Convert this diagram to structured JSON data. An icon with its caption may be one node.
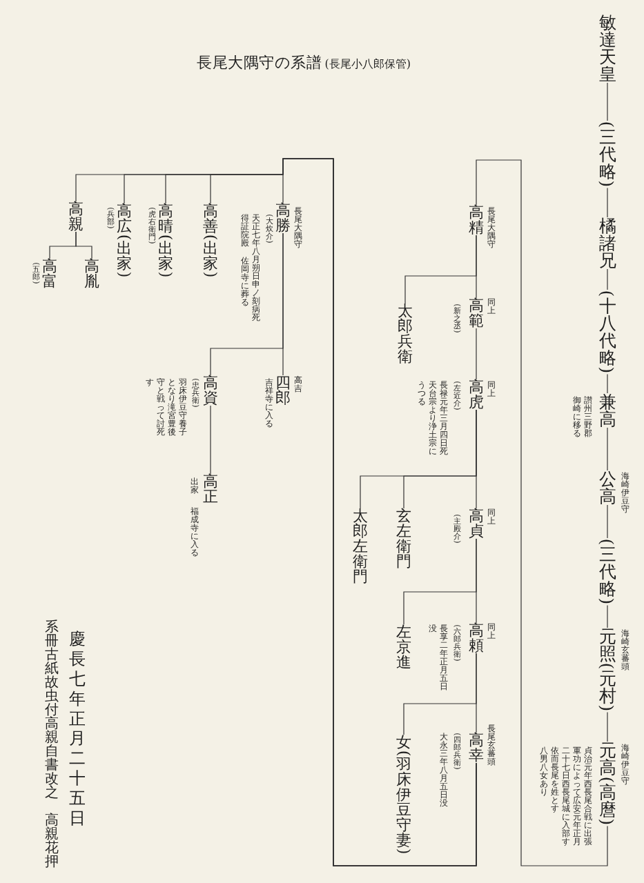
{
  "diagram": {
    "title": "長尾大隅守の系譜",
    "nodes": [
      {
        "text": [
          "敏達天皇"
        ]
      },
      {
        "text": [
          "(三代略)"
        ]
      },
      {
        "text": [
          "橘諸兄"
        ]
      },
      {
        "text": [
          "(十八代略)"
        ]
      },
      {
        "text": [
          "兼高"
        ],
        "beside": [
          "讃州三野郡",
          "御崎に移る"
        ]
      },
      {
        "text": [
          "公高"
        ],
        "beside": [
          "海崎伊豆守"
        ]
      },
      {
        "text": [
          "(三代略)"
        ]
      },
      {
        "text": [
          "元照(元村)"
        ],
        "beside": [
          "海崎玄蕃頭"
        ]
      },
      {
        "text": [
          "元高(高麿)"
        ],
        "beside": [
          "海崎伊豆守",
          "貞治元年西長尾合戦に出張",
          "軍功によって広安元年正月",
          "二十七日西長尾城に入部す",
          "依而長尾を姓とす",
          "八男八女あり"
        ]
      },
      {
        "text": [
          "高精"
        ],
        "beside": [
          "長尾大隅守"
        ]
      },
      {
        "text": [
          "高範"
        ],
        "beside": [
          "同上",
          "(新之丞)"
        ]
      },
      {
        "text": [
          "太郎兵衛"
        ]
      },
      {
        "text": [
          "高虎"
        ],
        "beside": [
          "同上",
          "(左近介)",
          "長禄元年三月四日死",
          "天台宗より浄土宗に",
          "うつる"
        ]
      },
      {
        "text": [
          "高貞"
        ],
        "beside": [
          "同上",
          "(主殿介)"
        ]
      },
      {
        "text": [
          "玄左衛門"
        ]
      },
      {
        "text": [
          "太郎左衛門"
        ]
      },
      {
        "text": [
          "高頼"
        ],
        "beside": [
          "同上",
          "(六郎兵衛)",
          "長享二年正月五日",
          "没"
        ]
      },
      {
        "text": [
          "左京進"
        ]
      },
      {
        "text": [
          "高幸"
        ],
        "beside": [
          "長尾玄蕃頭",
          "(四郎兵衛)",
          "大永三年八月五日没"
        ]
      },
      {
        "text": [
          "女(羽床伊豆守妻)"
        ]
      },
      {
        "text": [
          "高勝"
        ],
        "beside": [
          "長尾大隅守",
          "(大炊介)",
          "天正七年八月朔日申ノ刻病死",
          "得証院殿",
          "佐岡寺に葬る"
        ]
      },
      {
        "text": [
          "高善(出家)"
        ]
      },
      {
        "text": [
          "高晴(出家)"
        ],
        "beside": [
          "(虎右衛門)"
        ]
      },
      {
        "text": [
          "高広(出家)"
        ],
        "beside": [
          "(兵部)"
        ]
      },
      {
        "text": [
          "高親"
        ]
      },
      {
        "text": [
          "高胤"
        ]
      },
      {
        "text": [
          "高富"
        ],
        "beside": [
          "(五郎)"
        ]
      },
      {
        "text": [
          "四郎"
        ],
        "beside": [
          "高吉",
          "吉祥寺に入る"
        ]
      },
      {
        "text": [
          "高資"
        ],
        "beside": [
          "(忠兵衛)",
          "羽床伊豆守養子",
          "となり滝宮豊後",
          "守と戦って討死",
          "す"
        ]
      },
      {
        "text": [
          "高正"
        ],
        "beside": [
          "出家",
          "福成寺に入る"
        ]
      }
    ],
    "edges": [
      {
        "from": 0,
        "to": 1,
        "arrow": "none"
      },
      {
        "from": 1,
        "to": 2,
        "arrow": "none"
      },
      {
        "from": 2,
        "to": 3,
        "arrow": "none"
      },
      {
        "from": 3,
        "to": 4,
        "arrow": "none"
      },
      {
        "from": 4,
        "to": 5,
        "arrow": "none"
      },
      {
        "from": 5,
        "to": 6,
        "arrow": "none"
      },
      {
        "from": 6,
        "to": 7,
        "arrow": "none"
      },
      {
        "from": 7,
        "to": 8,
        "arrow": "none"
      },
      {
        "from": 8,
        "to": 9,
        "arrow": "none"
      },
      {
        "from": 9,
        "to": 10,
        "arrow": "none"
      },
      {
        "from": 9,
        "to": 11,
        "arrow": "none"
      },
      {
        "from": 10,
        "to": 12,
        "arrow": "none"
      },
      {
        "from": 12,
        "to": 13,
        "arrow": "none"
      },
      {
        "from": 12,
        "to": 14,
        "arrow": "none"
      },
      {
        "from": 12,
        "to": 15,
        "arrow": "none"
      },
      {
        "from": 13,
        "to": 16,
        "arrow": "none"
      },
      {
        "from": 13,
        "to": 17,
        "arrow": "none"
      },
      {
        "from": 16,
        "to": 18,
        "arrow": "none"
      },
      {
        "from": 16,
        "to": 19,
        "arrow": "none"
      },
      {
        "from": 18,
        "to": 20,
        "arrow": "none"
      },
      {
        "from": 18,
        "to": 21,
        "arrow": "none"
      },
      {
        "from": 18,
        "to": 22,
        "arrow": "none"
      },
      {
        "from": 18,
        "to": 23,
        "arrow": "none"
      },
      {
        "from": 18,
        "to": 24,
        "arrow": "none"
      },
      {
        "from": 20,
        "to": 27,
        "arrow": "none"
      },
      {
        "from": 20,
        "to": 28,
        "arrow": "none"
      },
      {
        "from": 28,
        "to": 29,
        "arrow": "none"
      },
      {
        "from": 24,
        "to": 25,
        "arrow": "none"
      },
      {
        "from": 24,
        "to": 26,
        "arrow": "none"
      }
    ],
    "labels": [
      "(長尾小八郎保管)",
      "慶長七年正月二十五日",
      "系冊古紙故虫付高親自書改之",
      "高親花押"
    ]
  }
}
